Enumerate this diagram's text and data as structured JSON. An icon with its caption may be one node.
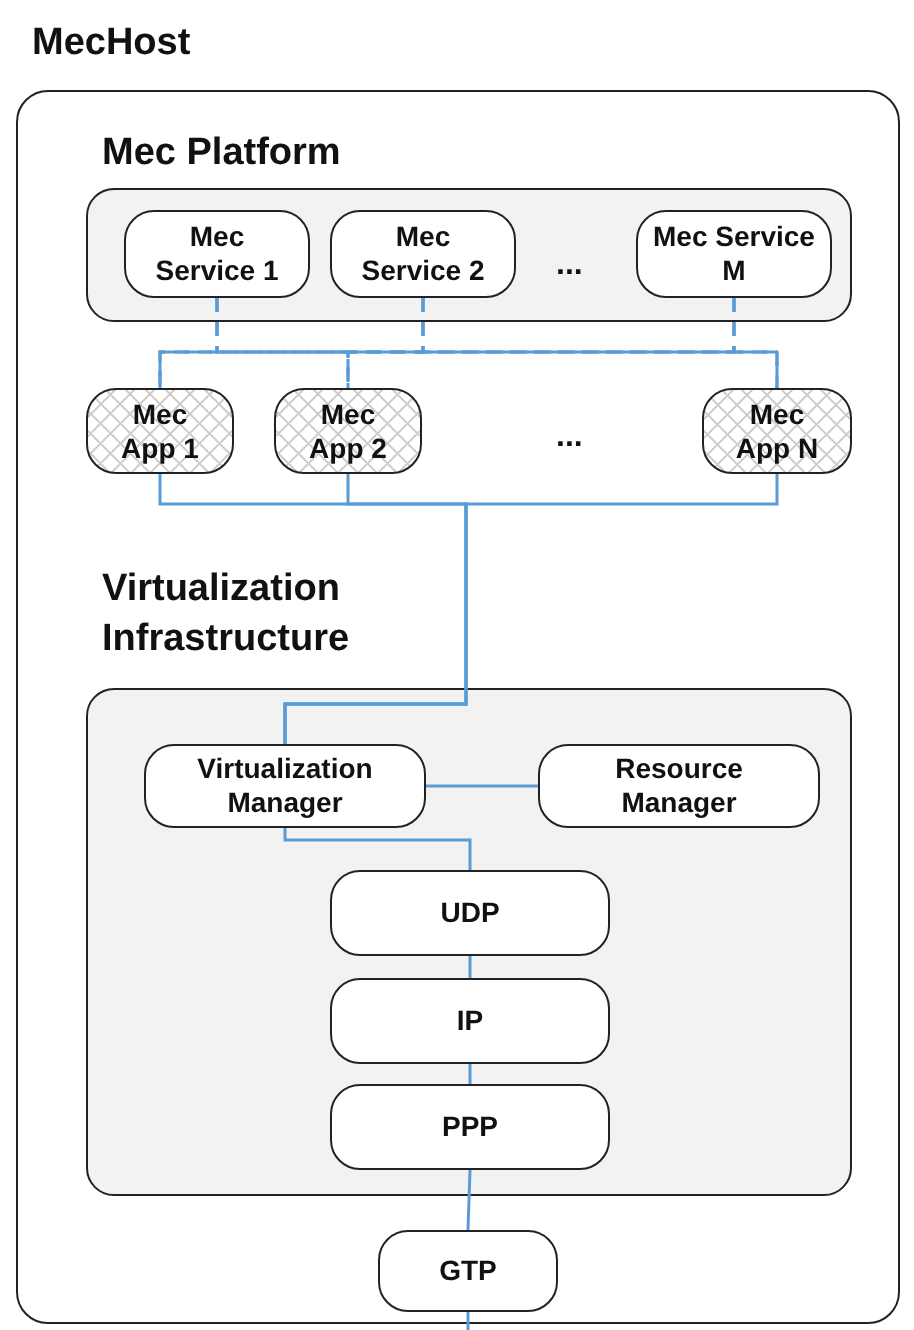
{
  "diagram": {
    "nodes": [
      {
        "text": [
          "MecHost"
        ]
      },
      {
        "text": [
          "Mec Platform"
        ],
        "in": 0
      },
      {
        "text": [
          "Mec Service 1"
        ],
        "in": 1
      },
      {
        "text": [
          "Mec Service 2"
        ],
        "in": 1
      },
      {
        "text": [
          "Mec Service M"
        ],
        "in": 1
      },
      {
        "text": [
          "Mec App 1"
        ],
        "in": 0
      },
      {
        "text": [
          "Mec App 2"
        ],
        "in": 0
      },
      {
        "text": [
          "Mec App N"
        ],
        "in": 0
      },
      {
        "text": [
          "Virtualization Infrastructure"
        ],
        "in": 0
      },
      {
        "text": [
          "Virtualization Manager"
        ],
        "in": 8
      },
      {
        "text": [
          "Resource Manager"
        ],
        "in": 8
      },
      {
        "text": [
          "UDP"
        ],
        "in": 8
      },
      {
        "text": [
          "IP"
        ],
        "in": 8
      },
      {
        "text": [
          "PPP"
        ],
        "in": 8
      },
      {
        "text": [
          "GTP"
        ],
        "in": 0
      }
    ],
    "edges": [
      {
        "from": 2,
        "to": 5,
        "arrow": "none",
        "style": "dashed"
      },
      {
        "from": 2,
        "to": 6,
        "arrow": "none",
        "style": "dashed"
      },
      {
        "from": 2,
        "to": 7,
        "arrow": "none",
        "style": "dashed"
      },
      {
        "from": 3,
        "to": 5,
        "arrow": "none",
        "style": "dashed"
      },
      {
        "from": 3,
        "to": 6,
        "arrow": "none",
        "style": "dashed"
      },
      {
        "from": 3,
        "to": 7,
        "arrow": "none",
        "style": "dashed"
      },
      {
        "from": 4,
        "to": 5,
        "arrow": "none",
        "style": "dashed"
      },
      {
        "from": 4,
        "to": 6,
        "arrow": "none",
        "style": "dashed"
      },
      {
        "from": 4,
        "to": 7,
        "arrow": "none",
        "style": "dashed"
      },
      {
        "from": 5,
        "to": 9,
        "arrow": "none"
      },
      {
        "from": 6,
        "to": 9,
        "arrow": "none"
      },
      {
        "from": 7,
        "to": 9,
        "arrow": "none"
      },
      {
        "from": 9,
        "to": 10,
        "arrow": "none"
      },
      {
        "from": 9,
        "to": 11,
        "arrow": "none"
      },
      {
        "from": 11,
        "to": 12,
        "arrow": "none"
      },
      {
        "from": 12,
        "to": 13,
        "arrow": "none"
      },
      {
        "from": 13,
        "to": 14,
        "arrow": "none"
      },
      {
        "from": 14,
        "to": null,
        "arrow": "none"
      }
    ],
    "labels": [
      "...",
      "..."
    ]
  }
}
